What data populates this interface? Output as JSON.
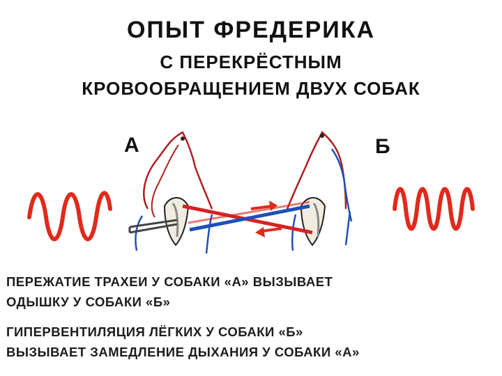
{
  "title": {
    "line1": "ОПЫТ ФРЕДЕРИКА",
    "line2": "С ПЕРЕКРЁСТНЫМ",
    "line3": "КРОВООБРАЩЕНИЕМ ДВУХ СОБАК"
  },
  "dogs": {
    "a_label": "А",
    "b_label": "Б"
  },
  "captions": {
    "c1_line1": "ПЕРЕЖАТИЕ ТРАХЕИ У СОБАКИ «А» ВЫЗЫВАЕТ",
    "c1_line2": "ОДЫШКУ У СОБАКИ «Б»",
    "c2_line1": "ГИПЕРВЕНТИЛЯЦИЯ ЛЁГКИХ У СОБАКИ «Б»",
    "c2_line2": "ВЫЗЫВАЕТ ЗАМЕДЛЕНИЕ ДЫХАНИЯ У СОБАКИ «А»"
  },
  "colors": {
    "artery": "#d42323",
    "vein": "#1f4fb8",
    "dog_a_breathing": "slow",
    "dog_b_breathing": "fast"
  }
}
